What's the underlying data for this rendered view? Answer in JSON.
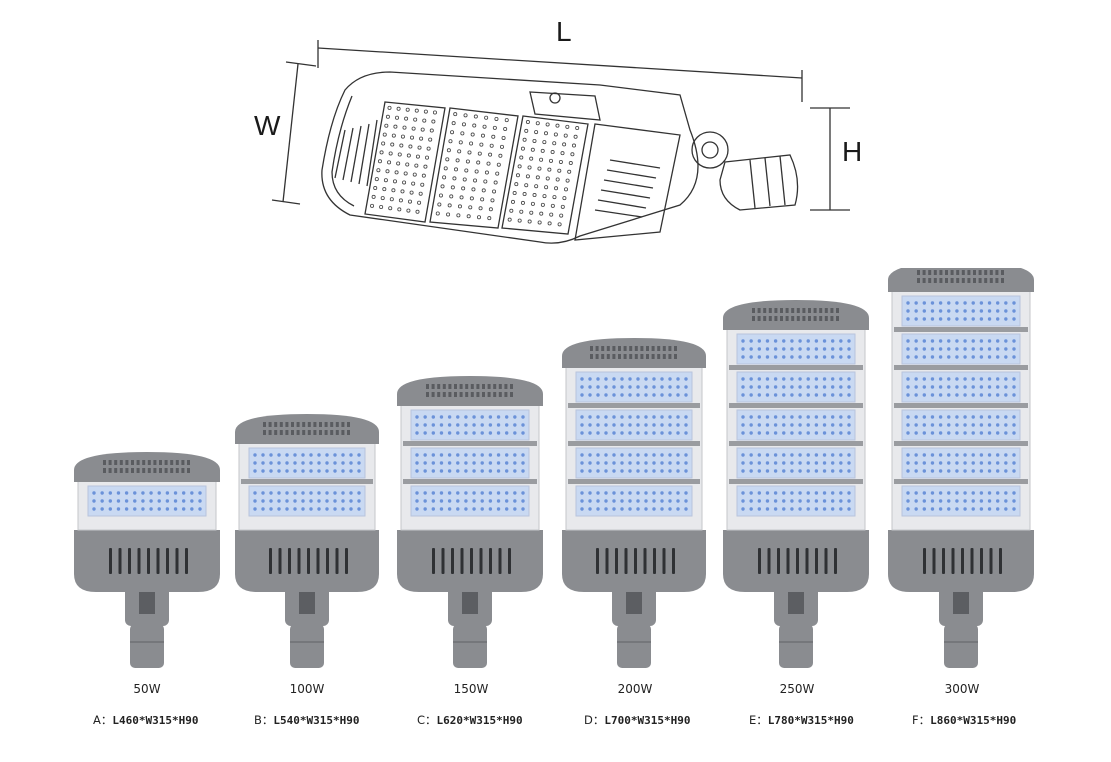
{
  "dimensions": {
    "length": "L",
    "width": "W",
    "height": "H"
  },
  "models": [
    {
      "watt": "50W",
      "letter": "A",
      "sep": "：",
      "size": "L460*W315*H90",
      "modules": 1
    },
    {
      "watt": "100W",
      "letter": "B",
      "sep": "：",
      "size": "L540*W315*H90",
      "modules": 2
    },
    {
      "watt": "150W",
      "letter": "C",
      "sep": "：",
      "size": "L620*W315*H90",
      "modules": 3
    },
    {
      "watt": "200W",
      "letter": "D",
      "sep": "：",
      "size": "L700*W315*H90",
      "modules": 4
    },
    {
      "watt": "250W",
      "letter": "E",
      "sep": "：",
      "size": "L780*W315*H90",
      "modules": 5
    },
    {
      "watt": "300W",
      "letter": "F",
      "sep": "：",
      "size": "L860*W315*H90",
      "modules": 6
    }
  ],
  "colors": {
    "housing": "#8a8c90",
    "housingDark": "#6e7074",
    "ledPanel": "#c9d9f2",
    "ledDot": "#4b79d0",
    "frame": "#e8e9ec"
  }
}
